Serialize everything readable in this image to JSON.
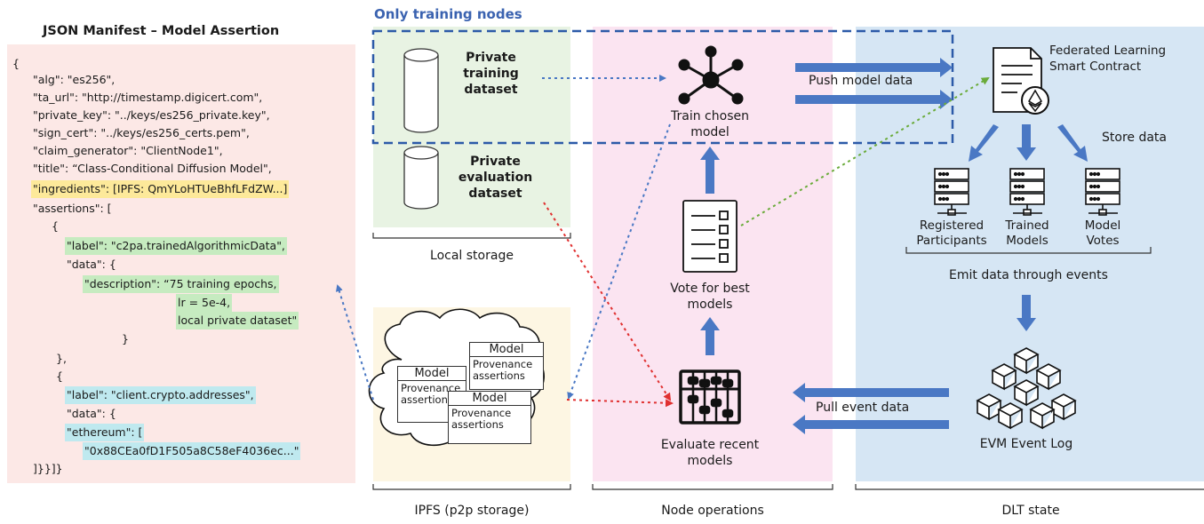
{
  "manifest": {
    "title": "JSON Manifest – Model Assertion",
    "lines": [
      "{",
      "\"alg\": \"es256\",",
      "\"ta_url\": \"http://timestamp.digicert.com\",",
      "\"private_key\": \"../keys/es256_private.key\",",
      "\"sign_cert\": \"../keys/es256_certs.pem\",",
      "\"claim_generator\": \"ClientNode1\",",
      "\"title\": “Class-Conditional Diffusion Model\",",
      "\"ingredients\": [IPFS: QmYLoHTUeBhfLFdZW...]",
      "\"assertions\": [",
      "{",
      "\"label\": \"c2pa.trainedAlgorithmicData\",",
      "\"data\": {",
      "\"description\": “75 training epochs,",
      "lr = 5e-4,",
      "local private dataset\"",
      "}",
      "},",
      "{",
      "\"label\": \"client.crypto.addresses\",",
      "\"data\": {",
      "\"ethereum\": [",
      "\"0x88CEa0fD1F505a8C58eF4036ec...\"",
      "]}}]}"
    ],
    "colors": {
      "panel": "#fce8e6",
      "yellow": "#fde99a",
      "green": "#c6ebc0",
      "cyan": "#bfe9ef"
    }
  },
  "top_label": "Only training nodes",
  "local_storage": {
    "caption": "Local storage",
    "training_dataset": "Private\ntraining\ndataset",
    "evaluation_dataset": "Private\nevaluation\ndataset"
  },
  "ipfs": {
    "caption": "IPFS (p2p storage)",
    "card_title": "Model",
    "card_body": "Provenance\nassertions"
  },
  "node_ops": {
    "caption": "Node operations",
    "train": "Train chosen\nmodel",
    "vote": "Vote for best\nmodels",
    "evaluate": "Evaluate recent\nmodels"
  },
  "dlt": {
    "caption": "DLT state",
    "contract": "Federated Learning\nSmart Contract",
    "store": "Store data",
    "registered": "Registered\nParticipants",
    "trained": "Trained\nModels",
    "votes": "Model\nVotes",
    "emit": "Emit data through events",
    "evm": "EVM Event Log"
  },
  "arrows": {
    "push": "Push model data",
    "pull": "Pull event data"
  },
  "colors": {
    "local_bg": "#e8f3e3",
    "ipfs_bg": "#fdf6e3",
    "node_bg": "#fbe4f1",
    "dlt_bg": "#d6e6f4",
    "arrow_blue": "#4a78c4",
    "dash_blue": "#2c5aa8",
    "dot_red": "#e03030",
    "dot_green": "#6aab3a"
  }
}
